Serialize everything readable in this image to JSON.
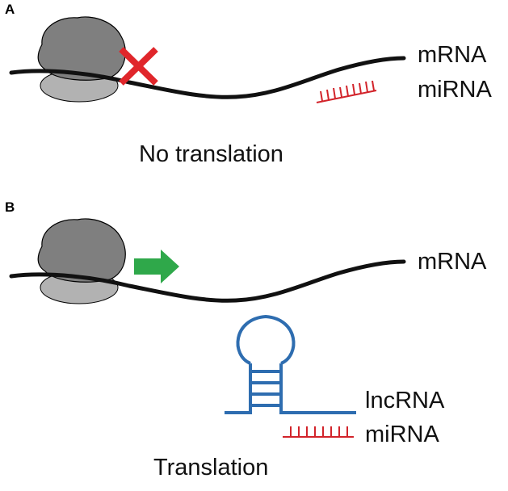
{
  "panel_a": {
    "letter": "A",
    "mrna_label": "mRNA",
    "mirna_label": "miRNA",
    "caption": "No translation",
    "block_icon": "red-x-icon"
  },
  "panel_b": {
    "letter": "B",
    "mrna_label": "mRNA",
    "lncrna_label": "lncRNA",
    "mirna_label": "miRNA",
    "caption": "Translation",
    "arrow_icon": "green-arrow-icon"
  },
  "colors": {
    "ribosome_large": "#7f7f7f",
    "ribosome_small": "#b2b2b2",
    "mrna": "#111111",
    "mirna": "#d2232a",
    "block_x": "#e0262b",
    "arrow": "#2fa84a",
    "lncrna": "#2e6db0"
  }
}
